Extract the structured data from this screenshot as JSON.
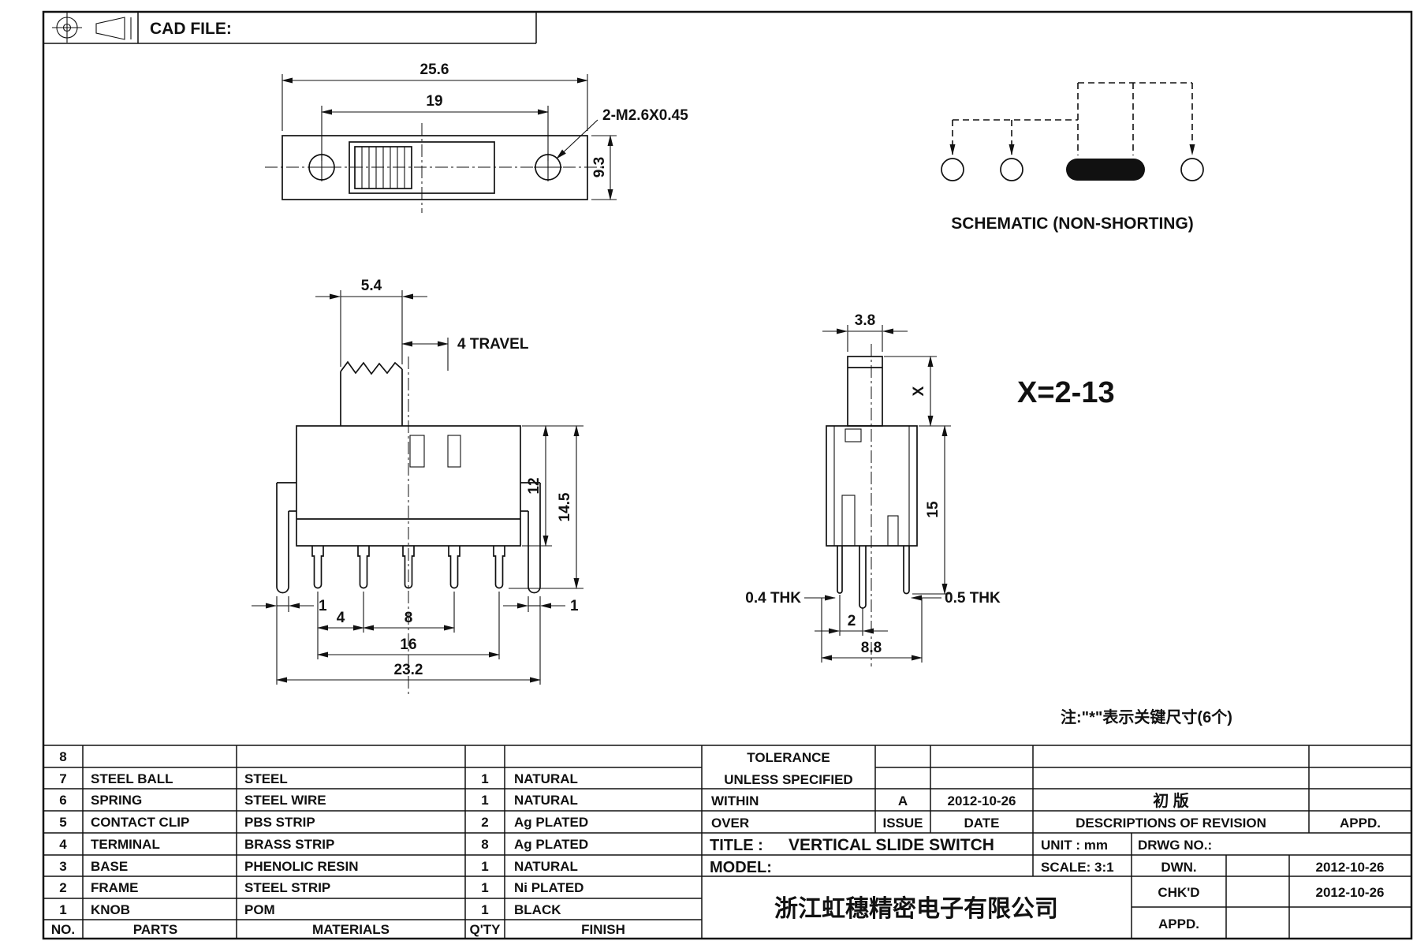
{
  "header": {
    "cad_file": "CAD FILE:"
  },
  "top_view": {
    "width": "25.6",
    "hole_pitch": "19",
    "height": "9.3",
    "thread": "2-M2.6X0.45"
  },
  "schematic": {
    "label": "SCHEMATIC (NON-SHORTING)"
  },
  "front_view": {
    "knob_width": "5.4",
    "travel": "4 TRAVEL",
    "body_height": "12",
    "total_height": "14.5",
    "leg_width_left": "1",
    "leg_width_right": "1",
    "pin_pitch_a": "4",
    "pin_pitch_b": "8",
    "pin_span": "16",
    "total_width": "23.2"
  },
  "side_view": {
    "knob_thickness": "3.8",
    "knob_height": "X",
    "knob_height_range": "X=2-13",
    "body_height": "15",
    "thk_left": "0.4 THK",
    "thk_right": "0.5 THK",
    "pin_offset": "2",
    "depth": "8.8"
  },
  "note": "注:\"*\"表示关键尺寸(6个)",
  "parts_table": {
    "headers": {
      "no": "NO.",
      "parts": "PARTS",
      "materials": "MATERIALS",
      "qty": "Q'TY",
      "finish": "FINISH"
    },
    "rows": [
      {
        "no": "8",
        "parts": "",
        "materials": "",
        "qty": "",
        "finish": ""
      },
      {
        "no": "7",
        "parts": "STEEL BALL",
        "materials": "STEEL",
        "qty": "1",
        "finish": "NATURAL"
      },
      {
        "no": "6",
        "parts": "SPRING",
        "materials": "STEEL WIRE",
        "qty": "1",
        "finish": "NATURAL"
      },
      {
        "no": "5",
        "parts": "CONTACT CLIP",
        "materials": "PBS STRIP",
        "qty": "2",
        "finish": "Ag PLATED"
      },
      {
        "no": "4",
        "parts": "TERMINAL",
        "materials": "BRASS STRIP",
        "qty": "8",
        "finish": "Ag PLATED"
      },
      {
        "no": "3",
        "parts": "BASE",
        "materials": "PHENOLIC RESIN",
        "qty": "1",
        "finish": "NATURAL"
      },
      {
        "no": "2",
        "parts": "FRAME",
        "materials": "STEEL STRIP",
        "qty": "1",
        "finish": "Ni PLATED"
      },
      {
        "no": "1",
        "parts": "KNOB",
        "materials": "POM",
        "qty": "1",
        "finish": "BLACK"
      }
    ]
  },
  "title_block": {
    "tolerance_line1": "TOLERANCE",
    "tolerance_line2": "UNLESS  SPECIFIED",
    "within": "WITHIN",
    "over": "OVER",
    "issue_value": "A",
    "issue_label": "ISSUE",
    "date_value": "2012-10-26",
    "date_label": "DATE",
    "revision_value": "初  版",
    "revision_label": "DESCRIPTIONS OF REVISION",
    "appd_label": "APPD.",
    "title_label": "TITLE :",
    "title_value": "VERTICAL SLIDE SWITCH",
    "unit_label": "UNIT :  mm",
    "drwg_label": "DRWG NO.:",
    "model_label": "MODEL:",
    "scale_label": "SCALE:  3:1",
    "dwn_label": "DWN.",
    "dwn_date": "2012-10-26",
    "company": "浙江虹穗精密电子有限公司",
    "chkd_label": "CHK'D",
    "chkd_date": "2012-10-26",
    "appd2_label": "APPD."
  }
}
